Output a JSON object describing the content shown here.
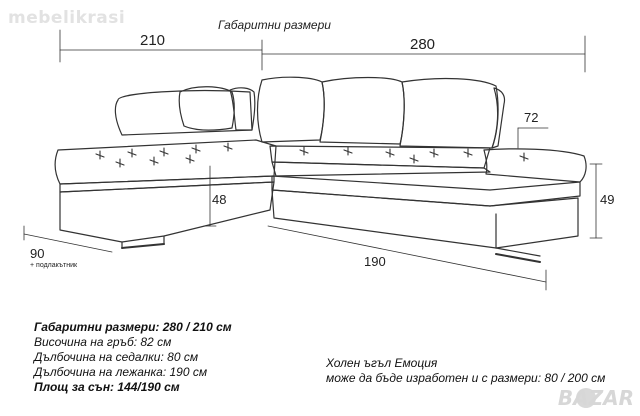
{
  "watermark": "mebelikrasi",
  "header_title": "Габаритни размери",
  "dimensions": {
    "left_width": "210",
    "right_width": "280",
    "armrest": "72",
    "left_seat_height": "48",
    "right_height": "49",
    "depth_left": "90",
    "bed_length": "190"
  },
  "armrest_note": "+ подлакътник",
  "specs": [
    {
      "text": "Габаритни размери: 280 / 210 см",
      "bold": true
    },
    {
      "text": "Височина на гръб: 82 см",
      "bold": false
    },
    {
      "text": "Дълбочина на седалки: 80 см",
      "bold": false
    },
    {
      "text": "Дълбочина на лежанка: 190 см",
      "bold": false
    },
    {
      "text": "Площ за сън: 144/190 см",
      "bold": true
    }
  ],
  "model_lines": [
    "Холен ъгъл Емоция",
    "може да бъде изработен и с размери: 80 / 200 см"
  ],
  "brand_watermark": "BAZAR",
  "colors": {
    "line": "#333333",
    "accent_dark": "#555555"
  }
}
